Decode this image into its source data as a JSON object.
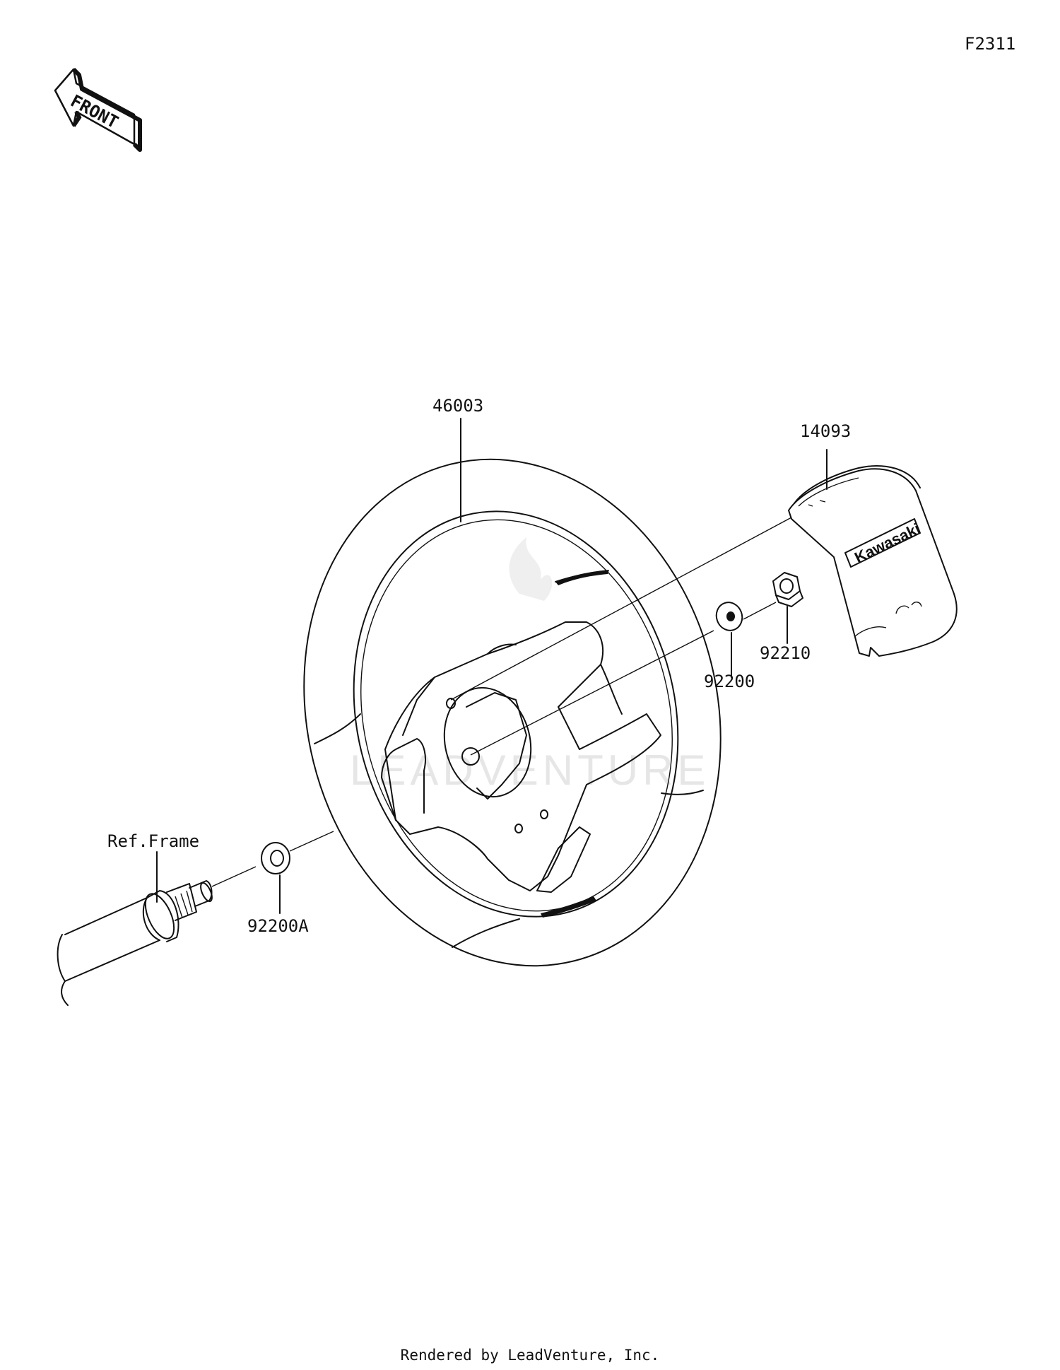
{
  "figure_code": "F2311",
  "front_label": "FRONT",
  "brand_logo": "Kawasaki",
  "watermark": "LEADVENTURE",
  "parts": {
    "steering_wheel": "46003",
    "cover": "14093",
    "washer": "92200",
    "nut": "92210",
    "washer_a": "92200A",
    "ref_frame": "Ref.Frame"
  },
  "footer": "Rendered by LeadVenture, Inc."
}
